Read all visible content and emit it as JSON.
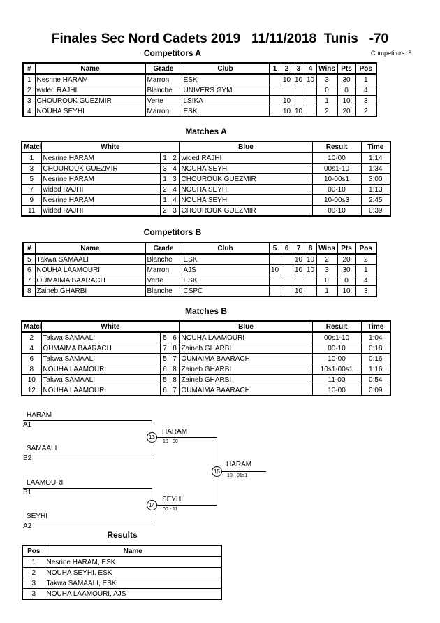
{
  "title": "Finales Sec Nord Cadets 2019   11/11/2018  Tunis   -70",
  "competitors_count": "Competitors: 8",
  "competitors_a": {
    "heading": "Competitors A",
    "headers": [
      "#",
      "Name",
      "Grade",
      "Club",
      "1",
      "2",
      "3",
      "4",
      "Wins",
      "Pts",
      "Pos"
    ],
    "rows": [
      [
        "1",
        "Nesrine HARAM",
        "Marron",
        "ESK",
        "",
        "10",
        "10",
        "10",
        "3",
        "30",
        "1"
      ],
      [
        "2",
        "wided RAJHI",
        "Blanche",
        "UNIVERS GYM",
        "",
        "",
        "",
        "",
        "0",
        "0",
        "4"
      ],
      [
        "3",
        "CHOUROUK GUEZMIR",
        "Verte",
        "LSIKA",
        "",
        "10",
        "",
        "",
        "1",
        "10",
        "3"
      ],
      [
        "4",
        "NOUHA SEYHI",
        "Marron",
        "ESK",
        "",
        "10",
        "10",
        "",
        "2",
        "20",
        "2"
      ]
    ]
  },
  "matches_a": {
    "heading": "Matches A",
    "headers": [
      "Match",
      "White",
      "Blue",
      "Result",
      "Time"
    ],
    "rows": [
      [
        "1",
        "Nesrine HARAM",
        "1",
        "2",
        "wided RAJHI",
        "10-00",
        "1:14"
      ],
      [
        "3",
        "CHOUROUK GUEZMIR",
        "3",
        "4",
        "NOUHA SEYHI",
        "00s1-10",
        "1:34"
      ],
      [
        "5",
        "Nesrine HARAM",
        "1",
        "3",
        "CHOUROUK GUEZMIR",
        "10-00s1",
        "3:00"
      ],
      [
        "7",
        "wided RAJHI",
        "2",
        "4",
        "NOUHA SEYHI",
        "00-10",
        "1:13"
      ],
      [
        "9",
        "Nesrine HARAM",
        "1",
        "4",
        "NOUHA SEYHI",
        "10-00s3",
        "2:45"
      ],
      [
        "11",
        "wided RAJHI",
        "2",
        "3",
        "CHOUROUK GUEZMIR",
        "00-10",
        "0:39"
      ]
    ]
  },
  "competitors_b": {
    "heading": "Competitors B",
    "headers": [
      "#",
      "Name",
      "Grade",
      "Club",
      "5",
      "6",
      "7",
      "8",
      "Wins",
      "Pts",
      "Pos"
    ],
    "rows": [
      [
        "5",
        "Takwa SAMAALI",
        "Blanche",
        "ESK",
        "",
        "",
        "10",
        "10",
        "2",
        "20",
        "2"
      ],
      [
        "6",
        "NOUHA LAAMOURI",
        "Marron",
        "AJS",
        "10",
        "",
        "10",
        "10",
        "3",
        "30",
        "1"
      ],
      [
        "7",
        "OUMAIMA BAARACH",
        "Verte",
        "ESK",
        "",
        "",
        "",
        "",
        "0",
        "0",
        "4"
      ],
      [
        "8",
        "Zaineb GHARBI",
        "Blanche",
        "CSPC",
        "",
        "",
        "10",
        "",
        "1",
        "10",
        "3"
      ]
    ]
  },
  "matches_b": {
    "heading": "Matches B",
    "headers": [
      "Match",
      "White",
      "Blue",
      "Result",
      "Time"
    ],
    "rows": [
      [
        "2",
        "Takwa SAMAALI",
        "5",
        "6",
        "NOUHA LAAMOURI",
        "00s1-10",
        "1:04"
      ],
      [
        "4",
        "OUMAIMA BAARACH",
        "7",
        "8",
        "Zaineb GHARBI",
        "00-10",
        "0:18"
      ],
      [
        "6",
        "Takwa SAMAALI",
        "5",
        "7",
        "OUMAIMA BAARACH",
        "10-00",
        "0:16"
      ],
      [
        "8",
        "NOUHA LAAMOURI",
        "6",
        "8",
        "Zaineb GHARBI",
        "10s1-00s1",
        "1:16"
      ],
      [
        "10",
        "Takwa SAMAALI",
        "5",
        "8",
        "Zaineb GHARBI",
        "11-00",
        "0:54"
      ],
      [
        "12",
        "NOUHA LAAMOURI",
        "6",
        "7",
        "OUMAIMA BAARACH",
        "10-00",
        "0:09"
      ]
    ]
  },
  "bracket": {
    "sf1_top_name": "HARAM",
    "sf1_top_seed": "A1",
    "sf1_bottom_name": "SAMAALI",
    "sf1_bottom_seed": "B2",
    "sf1_match": "13",
    "sf1_winner": "HARAM",
    "sf1_score": "10 - 00",
    "sf2_top_name": "LAAMOURI",
    "sf2_top_seed": "B1",
    "sf2_bottom_name": "SEYHI",
    "sf2_bottom_seed": "A2",
    "sf2_match": "14",
    "sf2_winner": "SEYHI",
    "sf2_score": "00 - 11",
    "final_match": "15",
    "final_winner": "HARAM",
    "final_score": "10 - 01s1"
  },
  "results": {
    "heading": "Results",
    "headers": [
      "Pos",
      "Name"
    ],
    "rows": [
      [
        "1",
        "Nesrine HARAM, ESK"
      ],
      [
        "2",
        "NOUHA SEYHI, ESK"
      ],
      [
        "3",
        "Takwa SAMAALI, ESK"
      ],
      [
        "3",
        "NOUHA LAAMOURI, AJS"
      ]
    ]
  }
}
